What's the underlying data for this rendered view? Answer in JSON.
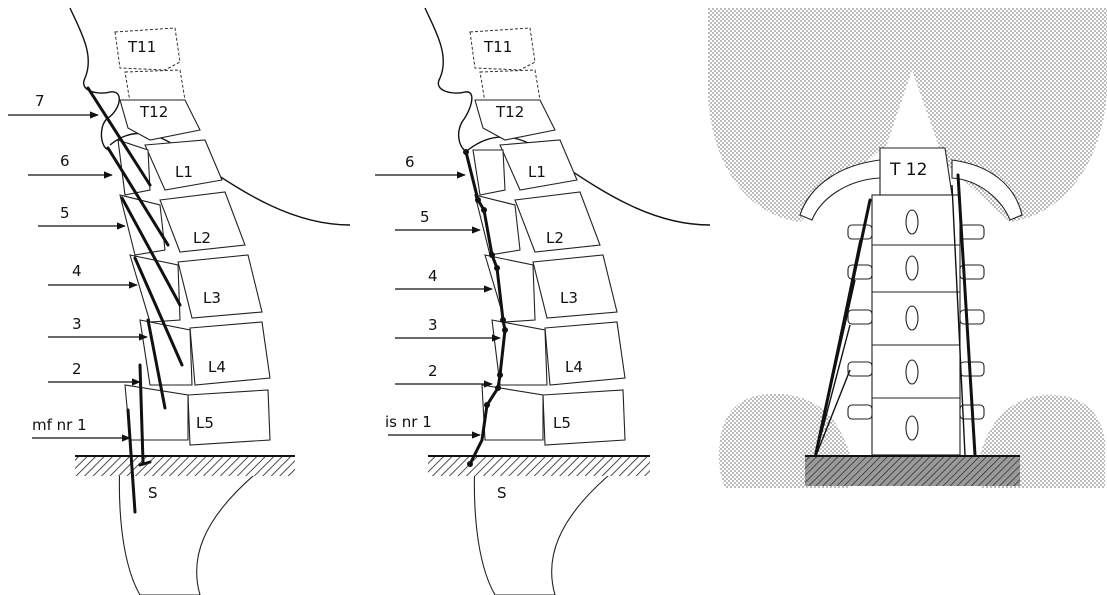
{
  "panels": {
    "left": {
      "vertebrae": [
        "T11",
        "T12",
        "L1",
        "L2",
        "L3",
        "L4",
        "L5",
        "S"
      ],
      "fascicles": [
        "7",
        "6",
        "5",
        "4",
        "3",
        "2",
        "mf nr 1"
      ]
    },
    "middle": {
      "vertebrae": [
        "T11",
        "T12",
        "L1",
        "L2",
        "L3",
        "L4",
        "L5",
        "S"
      ],
      "fascicles": [
        "6",
        "5",
        "4",
        "3",
        "2",
        "is nr 1"
      ]
    },
    "right": {
      "vertebra": "T 12"
    }
  },
  "colors": {
    "ink": "#111111",
    "stipple": "#9a9a9a",
    "paper": "#ffffff"
  }
}
